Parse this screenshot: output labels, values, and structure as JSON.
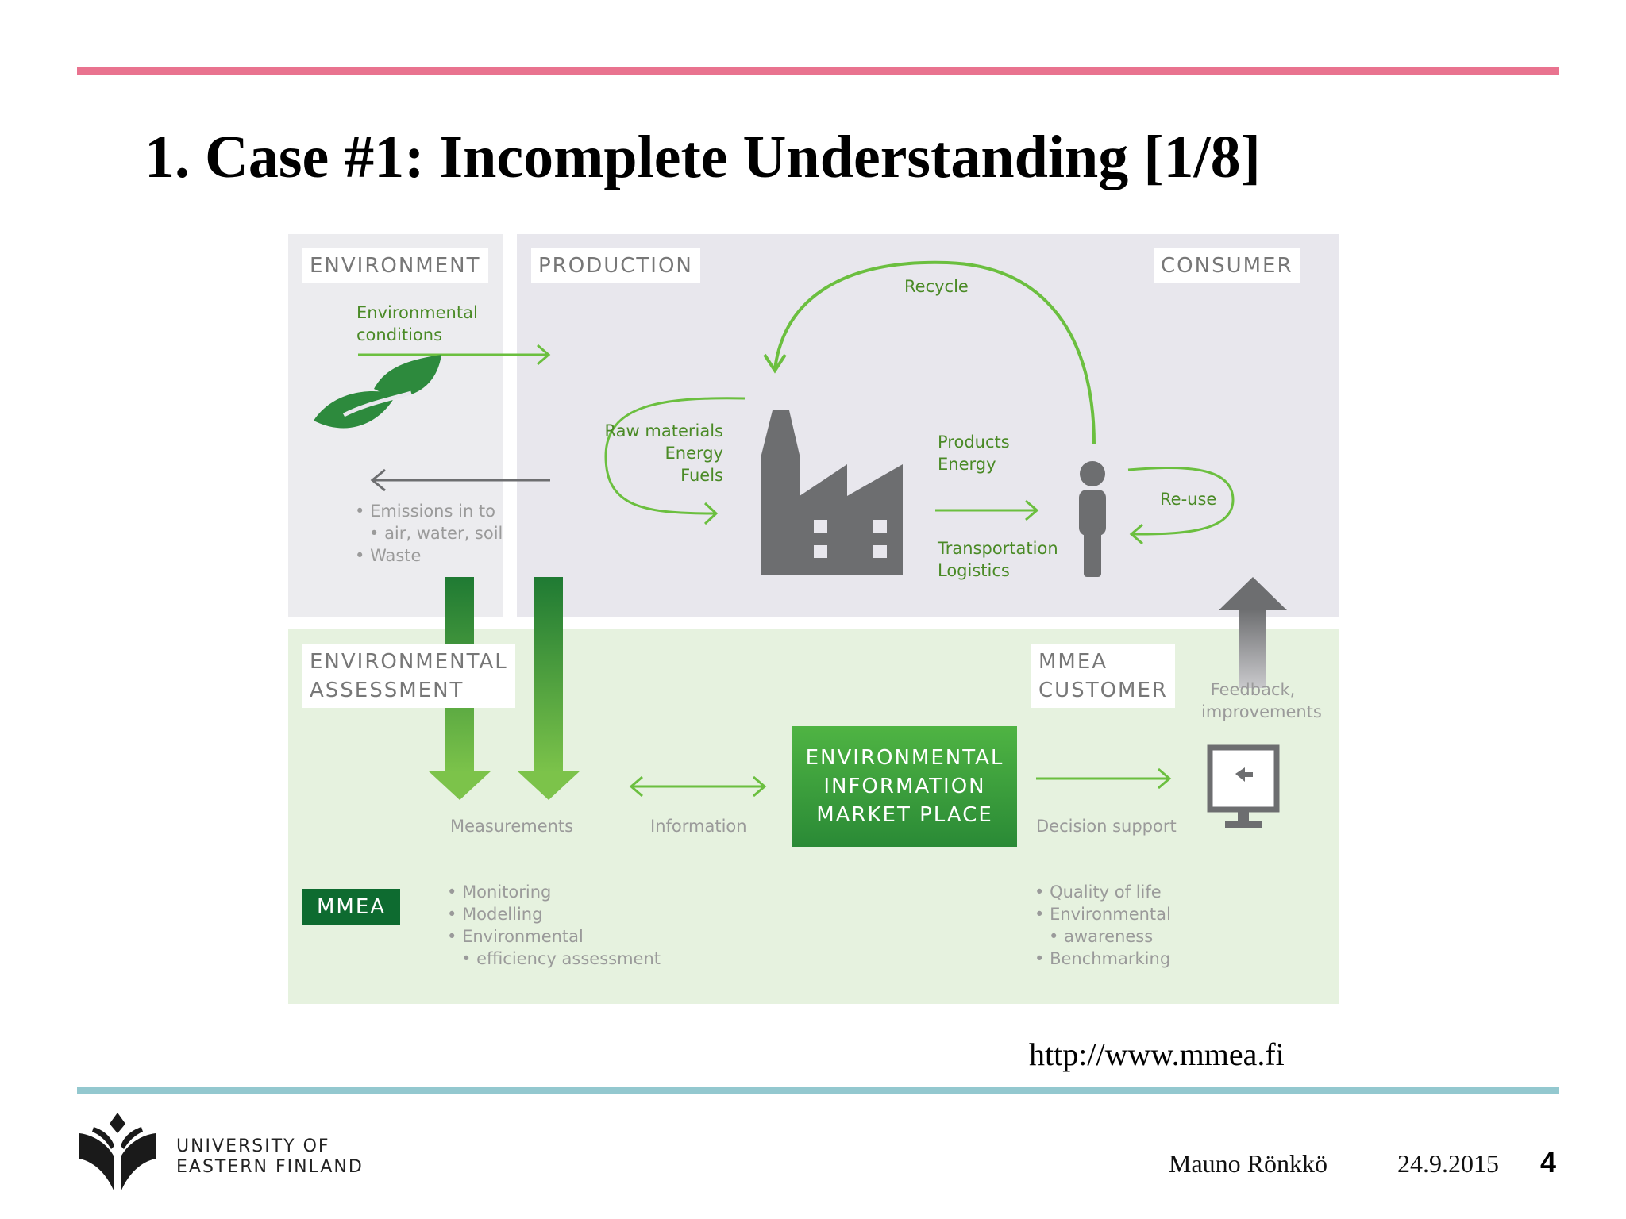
{
  "slide": {
    "title": "1. Case #1: Incomplete Understanding  [1/8]",
    "source_url": "http://www.mmea.fi",
    "footer_author": "Mauno Rönkkö",
    "footer_date": "24.9.2015",
    "page_number": "4",
    "university_line1": "UNIVERSITY OF",
    "university_line2": "EASTERN FINLAND"
  },
  "diagram": {
    "sections": {
      "environment": "ENVIRONMENT",
      "production": "PRODUCTION",
      "consumer": "CONSUMER",
      "env_assessment_1": "ENVIRONMENTAL",
      "env_assessment_2": "ASSESSMENT",
      "mmea_customer_1": "MMEA",
      "mmea_customer_2": "CUSTOMER",
      "mmea": "MMEA"
    },
    "labels": {
      "env_conditions_1": "Environmental",
      "env_conditions_2": "conditions",
      "recycle": "Recycle",
      "raw_materials": "Raw materials",
      "energy": "Energy",
      "fuels": "Fuels",
      "products": "Products",
      "products_energy": "Energy",
      "transportation": "Transportation",
      "logistics": "Logistics",
      "reuse": "Re-use",
      "feedback_1": "Feedback,",
      "feedback_2": "improvements",
      "measurements": "Measurements",
      "information": "Information",
      "decision_support": "Decision support"
    },
    "emissions": [
      "Emissions in to",
      "air, water, soil",
      "Waste"
    ],
    "mmea_bullets": [
      "Monitoring",
      "Modelling",
      "Environmental",
      "efficiency assessment"
    ],
    "customer_bullets": [
      "Quality of life",
      "Environmental",
      "awareness",
      "Benchmarking"
    ],
    "market_place": [
      "ENVIRONMENTAL",
      "INFORMATION",
      "MARKET PLACE"
    ],
    "colors": {
      "accent_green": "#6bbf3f",
      "dark_green": "#0e6b30",
      "icon_gray": "#6d6e70",
      "top_rule": "#e9738f",
      "bottom_rule": "#93c8cf"
    },
    "icons": [
      "leaf-icon",
      "factory-icon",
      "person-icon",
      "monitor-icon",
      "arrow-up-icon"
    ]
  }
}
